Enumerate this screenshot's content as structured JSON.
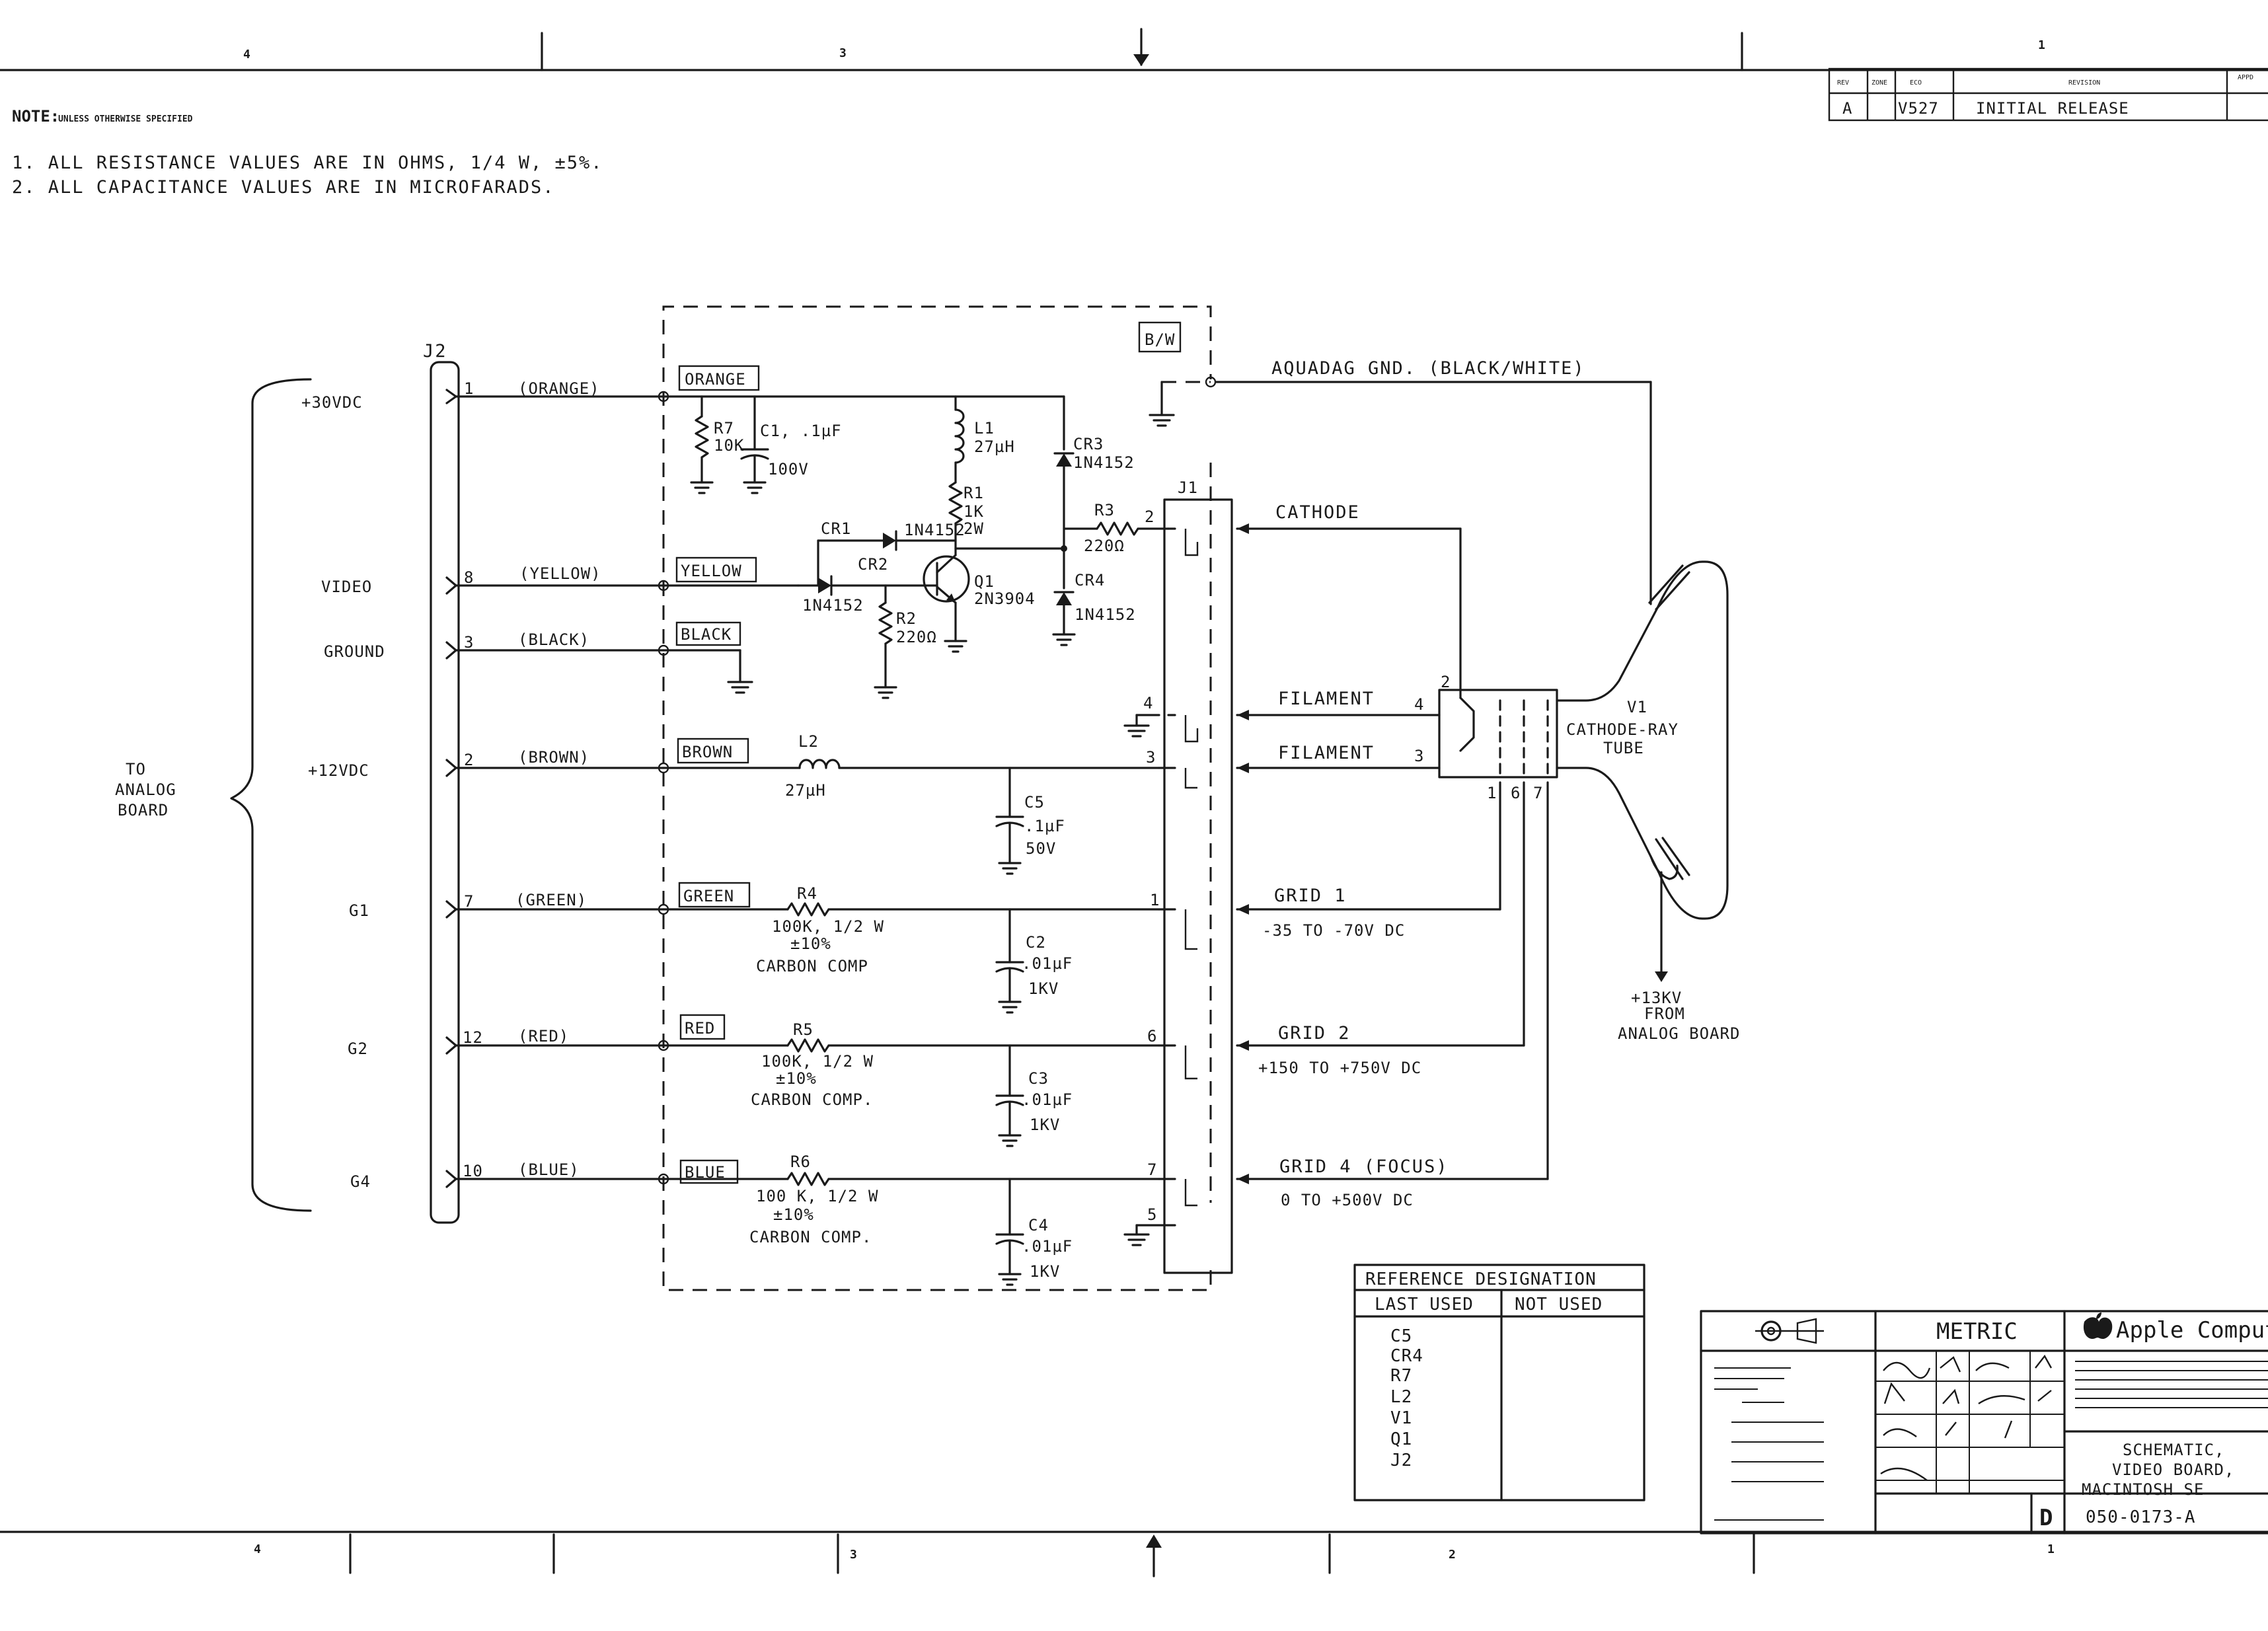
{
  "zones": {
    "top": [
      "4",
      "3",
      "1"
    ],
    "bottom": [
      "4",
      "3",
      "2",
      "1"
    ]
  },
  "notes": {
    "heading": "NOTE:",
    "sub": "UNLESS OTHERWISE SPECIFIED",
    "line1": "1. ALL RESISTANCE VALUES ARE IN OHMS, 1/4 W, ±5%.",
    "line2": "2. ALL CAPACITANCE VALUES ARE IN MICROFARADS."
  },
  "revision": {
    "headers": [
      "REV",
      "ZONE",
      "ECO",
      "REVISION",
      "APPD"
    ],
    "row": [
      "A",
      "",
      "V527",
      "INITIAL  RELEASE",
      ""
    ]
  },
  "connector_j2": {
    "ref": "J2",
    "group_label": [
      "TO",
      "ANALOG",
      "BOARD"
    ],
    "pins": [
      {
        "signal": "+30VDC",
        "pin": "1",
        "wire": "(ORANGE)",
        "tag": "ORANGE"
      },
      {
        "signal": "VIDEO",
        "pin": "8",
        "wire": "(YELLOW)",
        "tag": "YELLOW"
      },
      {
        "signal": "GROUND",
        "pin": "3",
        "wire": "(BLACK)",
        "tag": "BLACK"
      },
      {
        "signal": "+12VDC",
        "pin": "2",
        "wire": "(BROWN)",
        "tag": "BROWN"
      },
      {
        "signal": "G1",
        "pin": "7",
        "wire": "(GREEN)",
        "tag": "GREEN"
      },
      {
        "signal": "G2",
        "pin": "12",
        "wire": "(RED)",
        "tag": "RED"
      },
      {
        "signal": "G4",
        "pin": "10",
        "wire": "(BLUE)",
        "tag": "BLUE"
      }
    ]
  },
  "board_tag": "B/W",
  "components": {
    "R7": [
      "R7",
      "10K"
    ],
    "C1": [
      "C1, .1µF",
      "100V"
    ],
    "L1": [
      "L1",
      "27µH"
    ],
    "CR3": [
      "CR3",
      "1N4152"
    ],
    "R1": [
      "R1",
      "1K",
      "2W"
    ],
    "CR1": [
      "CR1",
      "1N4152"
    ],
    "CR2": [
      "CR2",
      "1N4152"
    ],
    "Q1": [
      "Q1",
      "2N3904"
    ],
    "R2": [
      "R2",
      "220Ω"
    ],
    "R3": [
      "R3",
      "220Ω"
    ],
    "CR4": [
      "CR4",
      "1N4152"
    ],
    "L2": [
      "L2",
      "27µH"
    ],
    "C5": [
      "C5",
      ".1µF",
      "50V"
    ],
    "R4": [
      "R4",
      "100K, 1/2 W",
      "±10%",
      "CARBON COMP"
    ],
    "C2": [
      "C2",
      ".01µF",
      "1KV"
    ],
    "R5": [
      "R5",
      "100K, 1/2 W",
      "±10%",
      "CARBON COMP."
    ],
    "C3": [
      "C3",
      ".01µF",
      "1KV"
    ],
    "R6": [
      "R6",
      "100 K, 1/2 W",
      "±10%",
      "CARBON COMP."
    ],
    "C4": [
      "C4",
      ".01µF",
      "1KV"
    ]
  },
  "connector_j1": {
    "ref": "J1",
    "pins": [
      "2",
      "4",
      "3",
      "1",
      "6",
      "7",
      "5"
    ]
  },
  "crt_side": {
    "aquadag": "AQUADAG GND. (BLACK/WHITE)",
    "cathode": "CATHODE",
    "filament_a": "FILAMENT",
    "filament_a_pin": "4",
    "filament_b": "FILAMENT",
    "filament_b_pin": "3",
    "grid1": "GRID 1",
    "grid1_v": "-35 TO -70V DC",
    "grid2": "GRID 2",
    "grid2_v": "+150 TO +750V DC",
    "grid4": "GRID 4 (FOCUS)",
    "grid4_v": "0 TO +500V DC",
    "tube_ref": "V1",
    "tube_name": [
      "CATHODE-RAY",
      "TUBE"
    ],
    "tube_pins": [
      "2",
      "1",
      "6",
      "7"
    ],
    "hv": [
      "+13KV",
      "FROM",
      "ANALOG BOARD"
    ]
  },
  "reference_designation": {
    "title": "REFERENCE DESIGNATION",
    "col1": "LAST USED",
    "col2": "NOT USED",
    "last_used": [
      "C5",
      "CR4",
      "R7",
      "L2",
      "V1",
      "Q1",
      "J2"
    ]
  },
  "title_block": {
    "metric": "METRIC",
    "company": "Apple Computer",
    "title": [
      "SCHEMATIC,",
      "VIDEO BOARD,",
      "MACINTOSH SE"
    ],
    "size": "D",
    "drawing_number": "050-0173-A"
  }
}
